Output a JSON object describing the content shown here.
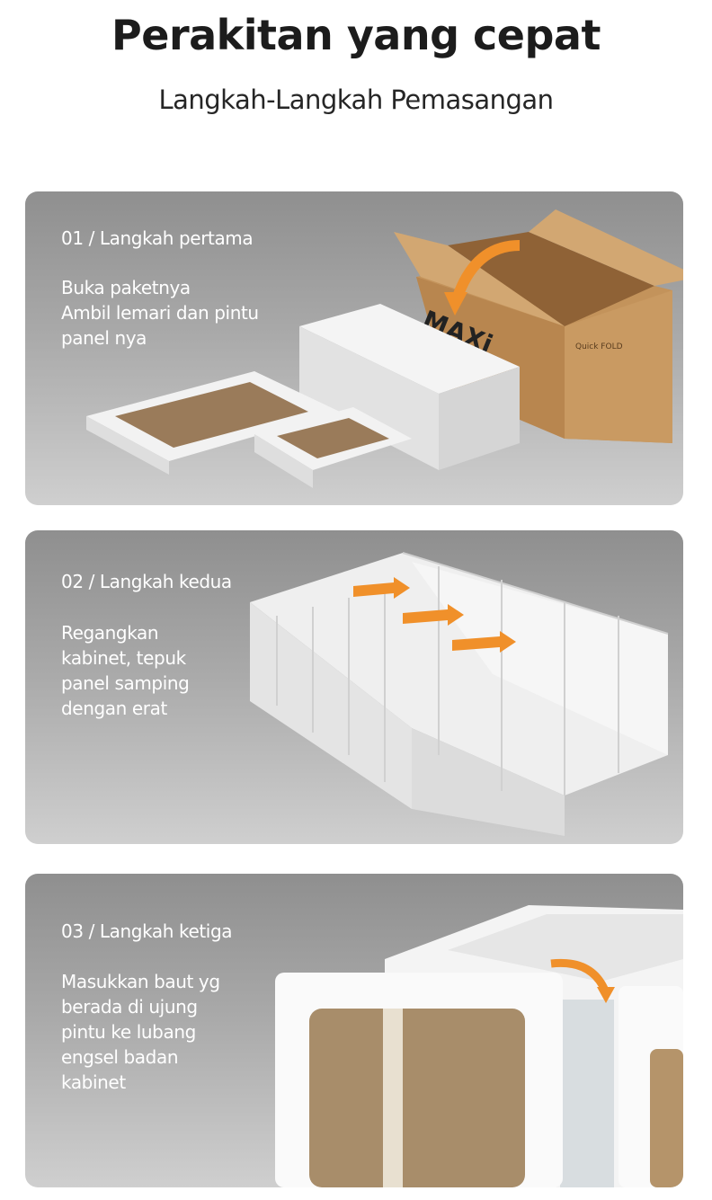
{
  "header": {
    "title": "Perakitan yang cepat",
    "subtitle": "Langkah-Langkah Pemasangan"
  },
  "steps": [
    {
      "label": "01 / Langkah pertama",
      "lines": [
        "Buka paketnya",
        "Ambil lemari dan pintu",
        "panel nya"
      ],
      "illustration_text": [
        "MAXi",
        "Quick FOLD"
      ]
    },
    {
      "label": "02 / Langkah kedua",
      "lines": [
        "Regangkan",
        "kabinet, tepuk",
        "panel samping",
        "dengan erat"
      ]
    },
    {
      "label": "03 / Langkah ketiga",
      "lines": [
        "Masukkan baut yg",
        "berada di ujung",
        "pintu ke lubang",
        "engsel badan",
        "kabinet"
      ]
    }
  ],
  "colors": {
    "arrow": "#f0902a",
    "cardboard": "#c99a62",
    "panel_bg": "#a9a9a9"
  }
}
